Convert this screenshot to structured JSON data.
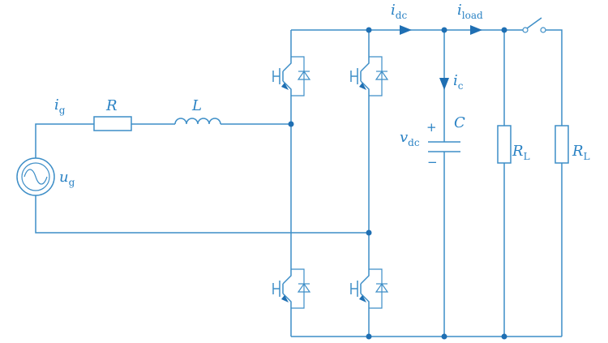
{
  "colors": {
    "wire": "#3d8ec7",
    "accent": "#1f6fb3"
  },
  "labels": {
    "ig_main": "i",
    "ig_sub": "g",
    "resistor": "R",
    "inductor": "L",
    "ug_main": "u",
    "ug_sub": "g",
    "idc_main": "i",
    "idc_sub": "dc",
    "iload_main": "i",
    "iload_sub": "load",
    "ic_main": "i",
    "ic_sub": "c",
    "capacitor": "C",
    "vdc_main": "v",
    "vdc_sub": "dc",
    "plus": "+",
    "minus": "−",
    "rl1_main": "R",
    "rl1_sub": "L",
    "rl2_main": "R",
    "rl2_sub": "L"
  },
  "icons": [
    "ac-source-icon",
    "resistor-icon",
    "inductor-icon",
    "igbt-icon",
    "diode-icon",
    "capacitor-icon",
    "switch-icon",
    "current-arrow-icon"
  ]
}
